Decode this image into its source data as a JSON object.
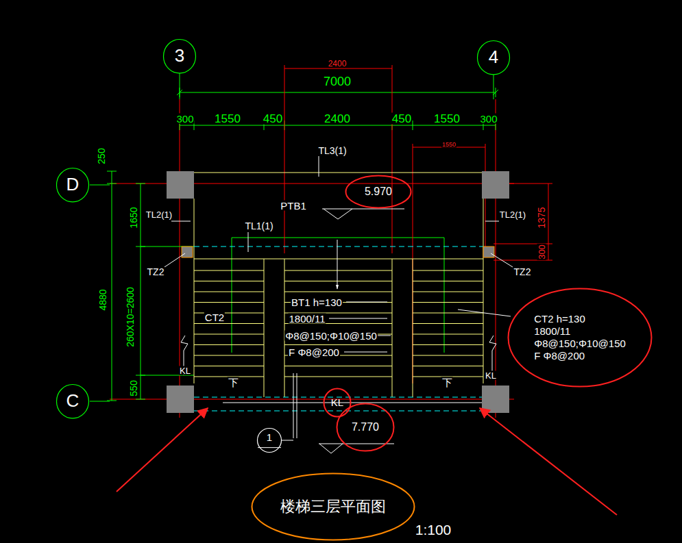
{
  "diagram": {
    "nodes": [
      {
        "text": [
          "3"
        ]
      },
      {
        "text": [
          "4"
        ]
      },
      {
        "text": [
          "D"
        ]
      },
      {
        "text": [
          "C"
        ]
      },
      {
        "text": [
          "1"
        ]
      },
      {
        "text": [
          "5.970"
        ]
      },
      {
        "text": [
          "CT2  h=130",
          "1800/11",
          "Φ8@150;Φ10@150",
          "F  Φ8@200"
        ]
      },
      {
        "text": [
          "KL"
        ]
      },
      {
        "text": [
          "7.770"
        ]
      },
      {
        "text": [
          "楼梯三层平面图"
        ]
      }
    ],
    "labels": [
      "2400",
      "7000",
      "300",
      "1550",
      "450",
      "2400",
      "450",
      "1550",
      "300",
      "1550",
      "TL3(1)",
      "250",
      "PTB1",
      "TL2(1)",
      "TL2(1)",
      "1375",
      "1650",
      "TL1(1)",
      "300",
      "TZ2",
      "TZ2",
      "BT1  h=130",
      "4880",
      "CT2",
      "1800/11",
      "260X10=2600",
      "Φ8@150;Φ10@150",
      "F  Φ8@200",
      "KL",
      "KL",
      "下",
      "下",
      "550",
      "1:100"
    ]
  }
}
